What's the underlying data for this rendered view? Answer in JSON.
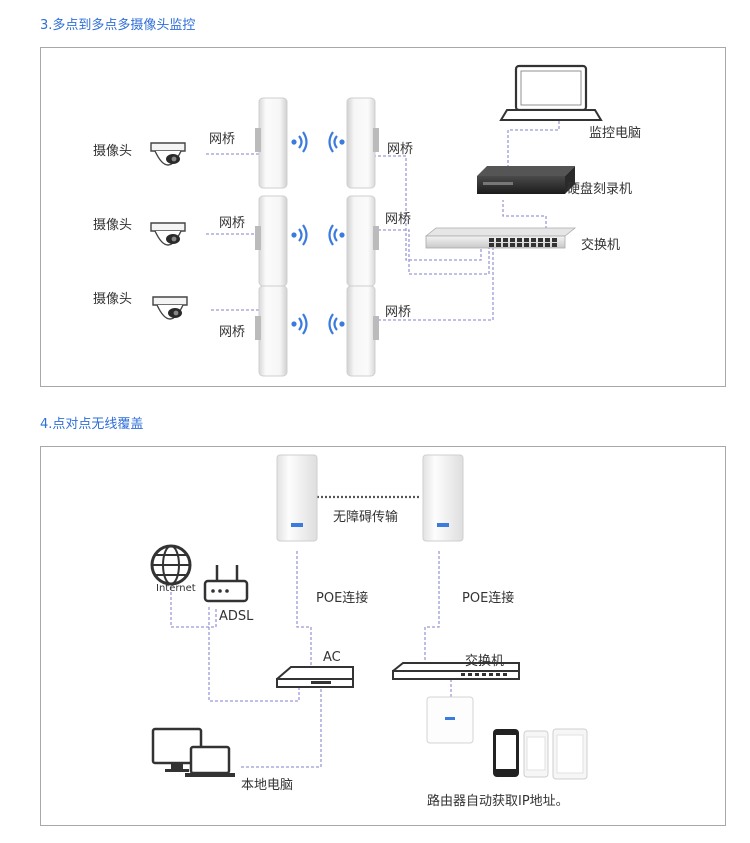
{
  "section1": {
    "title": "3.多点到多点多摄像头监控",
    "labels": {
      "camera_1": "摄像头",
      "camera_2": "摄像头",
      "camera_3": "摄像头",
      "bridge_left_1": "网桥",
      "bridge_left_2": "网桥",
      "bridge_left_3": "网桥",
      "bridge_right_1": "网桥",
      "bridge_right_2": "网桥",
      "bridge_right_3": "网桥",
      "monitor_pc": "监控电脑",
      "nvr": "硬盘刻录机",
      "switch": "交换机"
    }
  },
  "section2": {
    "title": "4.点对点无线覆盖",
    "labels": {
      "unobstructed": "无障碍传输",
      "internet": "Internet",
      "adsl": "ADSL",
      "poe_left": "POE连接",
      "poe_right": "POE连接",
      "ac": "AC",
      "switch": "交换机",
      "local_pc": "本地电脑",
      "ap_note": "路由器自动获取IP地址。"
    }
  },
  "colors": {
    "accent_blue": "#2f6fd8",
    "link_dashed": "#8a8ad0",
    "panel_border": "#a8a8a8"
  }
}
